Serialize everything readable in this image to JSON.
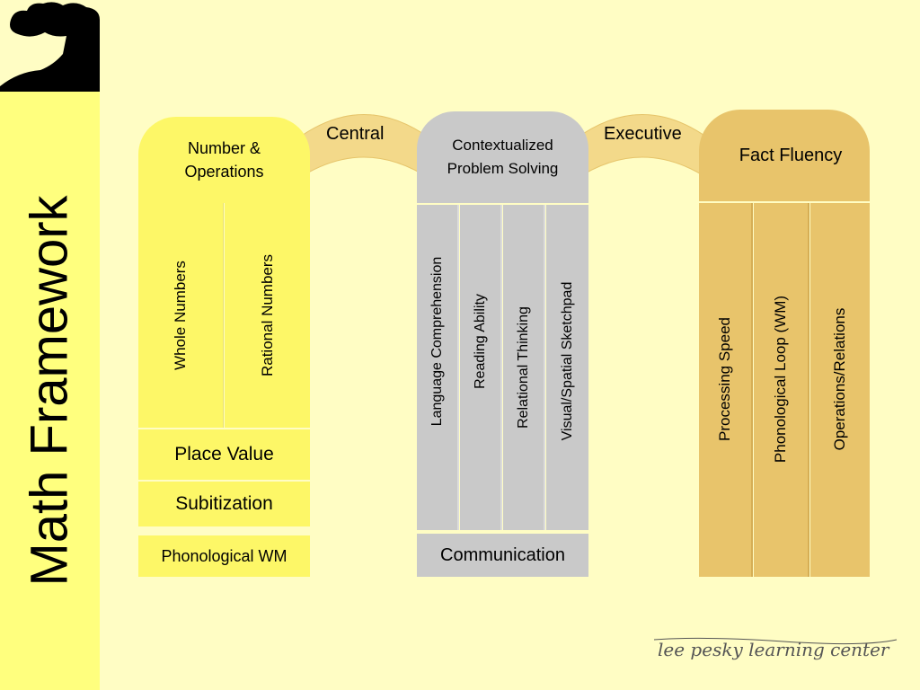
{
  "slide": {
    "title": "Math Framework"
  },
  "connectors": {
    "left": "Central",
    "right": "Executive"
  },
  "pillars": {
    "number_ops": {
      "title": "Number &\nOperations",
      "columns": [
        "Whole Numbers",
        "Rational Numbers"
      ],
      "rows": [
        "Place Value",
        "Subitization",
        "Phonological WM"
      ]
    },
    "problem_solving": {
      "title": "Contextualized\nProblem Solving",
      "columns": [
        "Language Comprehension",
        "Reading Ability",
        "Relational Thinking",
        "Visual/Spatial Sketchpad"
      ],
      "footer": "Communication"
    },
    "fact_fluency": {
      "title": "Fact Fluency",
      "columns": [
        "Processing Speed",
        "Phonological Loop (WM)",
        "Operations/Relations"
      ]
    }
  },
  "signature": "lee pesky learning center",
  "colors": {
    "background": "#fffdc4",
    "sidebar": "#ffff7e",
    "yellow_pillar": "#fdf767",
    "gray_pillar": "#c9c9c9",
    "gold_pillar": "#e8c46b",
    "arch": "#f3d98a"
  }
}
